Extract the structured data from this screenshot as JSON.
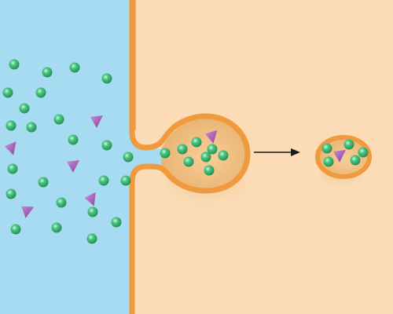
{
  "colors": {
    "extracellular": "#a6dbf2",
    "cytoplasm": "#fbdcb6",
    "membrane": "#ef9a3e",
    "membrane_dark": "#dd7a22",
    "vesicle_inner": "#f2c48a",
    "particle": "#2fae67",
    "particle_highlight": "#d8f5e4",
    "marker": "#a35ab3",
    "arrow": "#1a1a1a"
  },
  "elements": {
    "particles": "green-sphere",
    "markers": "purple-triangle",
    "arrow": "arrow-right"
  }
}
